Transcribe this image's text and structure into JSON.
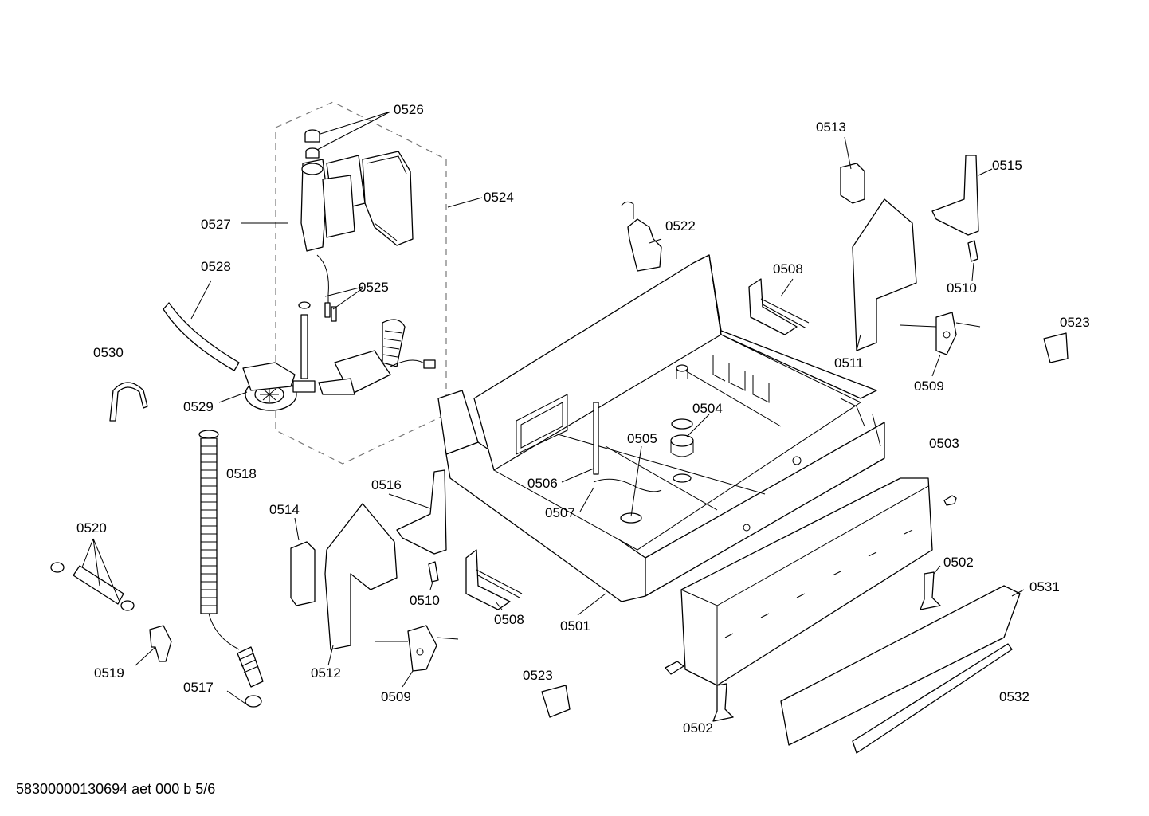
{
  "document_id": "58300000130694 aet 000 b 5/6",
  "callouts": {
    "c0501": "0501",
    "c0502": "0502",
    "c0503": "0503",
    "c0504": "0504",
    "c0505": "0505",
    "c0506": "0506",
    "c0507": "0507",
    "c0508": "0508",
    "c0509": "0509",
    "c0510": "0510",
    "c0511": "0511",
    "c0512": "0512",
    "c0513": "0513",
    "c0514": "0514",
    "c0515": "0515",
    "c0516": "0516",
    "c0517": "0517",
    "c0518": "0518",
    "c0519": "0519",
    "c0520": "0520",
    "c0522": "0522",
    "c0523": "0523",
    "c0524": "0524",
    "c0525": "0525",
    "c0526": "0526",
    "c0527": "0527",
    "c0528": "0528",
    "c0529": "0529",
    "c0530": "0530",
    "c0531": "0531",
    "c0532": "0532"
  }
}
